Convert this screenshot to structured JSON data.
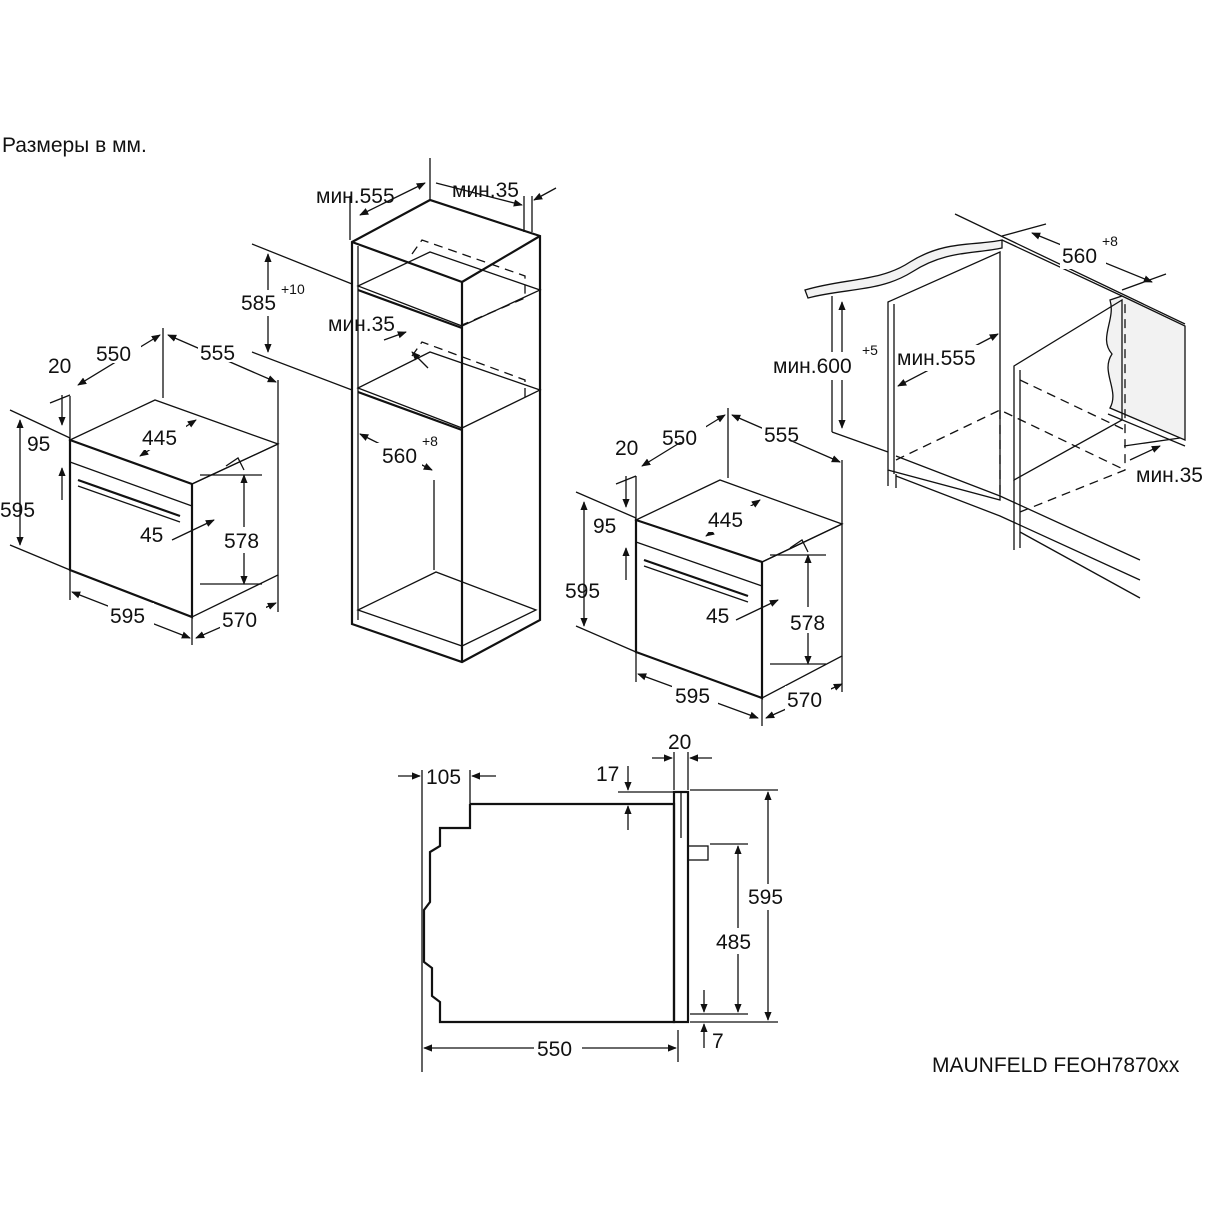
{
  "header": {
    "note": "Размеры в мм."
  },
  "footer": {
    "model": "MAUNFELD FEOH7870xx"
  },
  "oven_left": {
    "d20": "20",
    "d550": "550",
    "d555": "555",
    "d95": "95",
    "d445": "445",
    "d595h": "595",
    "d45": "45",
    "d578": "578",
    "d595w": "595",
    "d570": "570"
  },
  "cabinet_tall": {
    "min555": "мин.555",
    "min35_top": "мин.35",
    "d585": "585",
    "tol585": "+10",
    "min35_mid": "мин.35",
    "d560": "560",
    "tol560": "+8"
  },
  "oven_right": {
    "d20": "20",
    "d550": "550",
    "d555": "555",
    "d95": "95",
    "d445": "445",
    "d595h": "595",
    "d45": "45",
    "d578": "578",
    "d595w": "595",
    "d570": "570"
  },
  "cabinet_under": {
    "d560": "560",
    "tol560": "+8",
    "min600": "мин.600",
    "tol600": "+5",
    "min555": "мин.555",
    "min35": "мин.35"
  },
  "side_view": {
    "d105": "105",
    "d20": "20",
    "d17": "17",
    "d595": "595",
    "d485": "485",
    "d550": "550",
    "d7": "7"
  }
}
